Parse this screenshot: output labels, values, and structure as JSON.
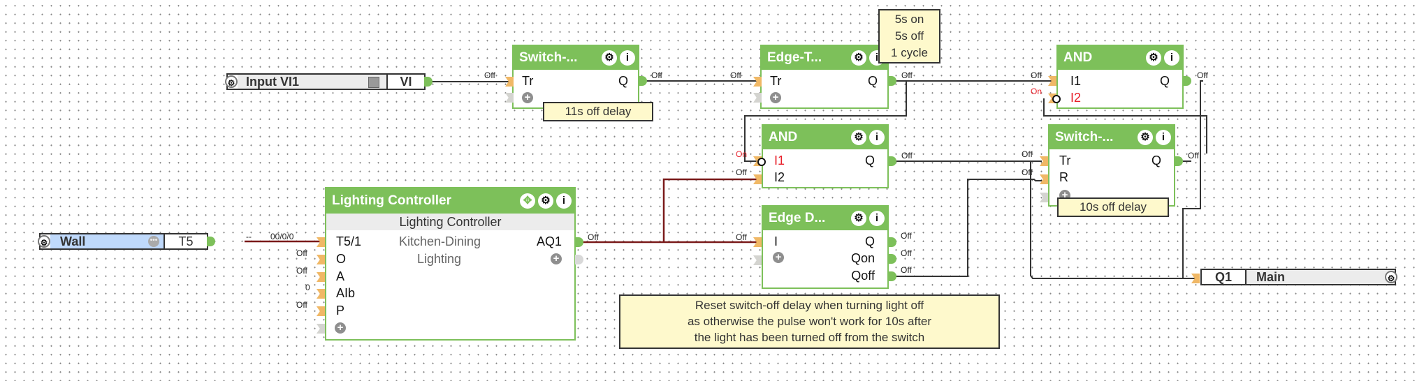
{
  "io_blocks": {
    "input_vi1": {
      "label": "Input VI1",
      "tag": "VI",
      "icon": "gear-icon"
    },
    "wall": {
      "label": "Wall",
      "tag": "T5",
      "icon": "gear-icon",
      "value": "00/0/0"
    },
    "q1_main": {
      "tag": "Q1",
      "label": "Main",
      "icon": "gear-icon"
    }
  },
  "blocks": {
    "switch_off_delay_1": {
      "title": "Switch-...",
      "inputs": [
        "Tr"
      ],
      "outputs": [
        "Q"
      ],
      "note": "11s off delay",
      "input_values": [
        "Off"
      ],
      "output_values": [
        "Off"
      ]
    },
    "edge_trigger": {
      "title": "Edge-T...",
      "inputs": [
        "Tr"
      ],
      "outputs": [
        "Q"
      ],
      "input_values": [
        "Off"
      ],
      "output_values": [
        "Off"
      ]
    },
    "and_1": {
      "title": "AND",
      "inputs": [
        "I1",
        "I2"
      ],
      "outputs": [
        "Q"
      ],
      "input_values": [
        "Off",
        "On"
      ],
      "output_values": [
        "Off"
      ]
    },
    "and_2": {
      "title": "AND",
      "inputs": [
        "I1",
        "I2"
      ],
      "outputs": [
        "Q"
      ],
      "input_values": [
        "On",
        "Off"
      ],
      "output_values": [
        "Off"
      ]
    },
    "switch_off_delay_2": {
      "title": "Switch-...",
      "inputs": [
        "Tr",
        "R"
      ],
      "outputs": [
        "Q"
      ],
      "note": "10s off delay",
      "input_values": [
        "Off",
        "Off"
      ],
      "output_values": [
        "Off"
      ]
    },
    "edge_detection": {
      "title": "Edge D...",
      "inputs": [
        "I"
      ],
      "outputs": [
        "Q",
        "Qon",
        "Qoff"
      ],
      "input_values": [
        "Off"
      ],
      "output_values": [
        "Off",
        "Off",
        "Off"
      ]
    },
    "lighting_controller": {
      "title": "Lighting Controller",
      "subtitle": "Lighting Controller",
      "description_line1": "Kitchen-Dining",
      "description_line2": "Lighting",
      "inputs": [
        "T5/1",
        "O",
        "A",
        "AIb",
        "P"
      ],
      "input_values": [
        "00/0/0",
        "Off",
        "Off",
        "0",
        "Off"
      ],
      "outputs": [
        "AQ1"
      ],
      "output_values": [
        "Off"
      ]
    }
  },
  "notes": {
    "pulse": [
      "5s on",
      "5s off",
      "1 cycle"
    ],
    "reset": [
      "Reset switch-off delay when turning light off",
      "as otherwise the pulse won't work for 10s after",
      "the light has been turned off from the switch"
    ]
  },
  "colors": {
    "block_green": "#7dc05a",
    "input_pin": "#f0b866",
    "note_bg": "#fef9cc",
    "active_wire": "#7a1a1a",
    "wire": "#333333",
    "on_value": "#e8202a",
    "wall_bg": "#bfd9fb"
  }
}
